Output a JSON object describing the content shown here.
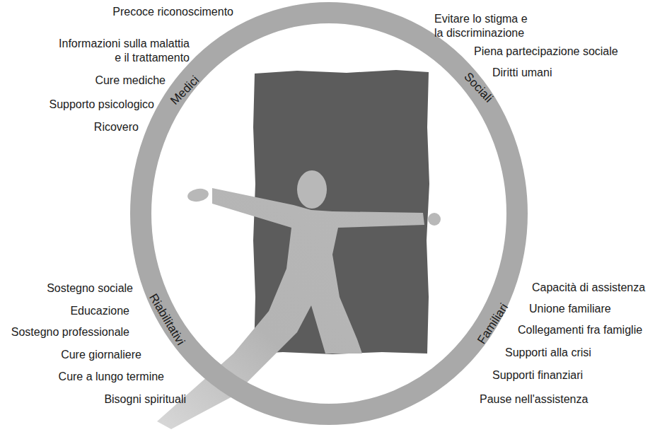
{
  "diagram": {
    "nodes": [
      {
        "text": [
          "Medici",
          "Sociali",
          "Riabilitativi",
          "Familiari"
        ]
      }
    ],
    "labels": [
      "Precoce riconoscimento",
      "Informazioni sulla malattia e il trattamento",
      "Cure mediche",
      "Supporto psicologico",
      "Ricovero",
      "Evitare lo stigma e la discriminazione",
      "Piena partecipazione sociale",
      "Diritti umani",
      "Sostegno sociale",
      "Educazione",
      "Sostegno professionale",
      "Cure giornaliere",
      "Cure a lungo termine",
      "Bisogni spirituali",
      "Capacità di assistenza",
      "Unione familiare",
      "Collegamenti fra famiglie",
      "Supporti alla crisi",
      "Supporti finanziari",
      "Pause nell'assistenza"
    ]
  }
}
